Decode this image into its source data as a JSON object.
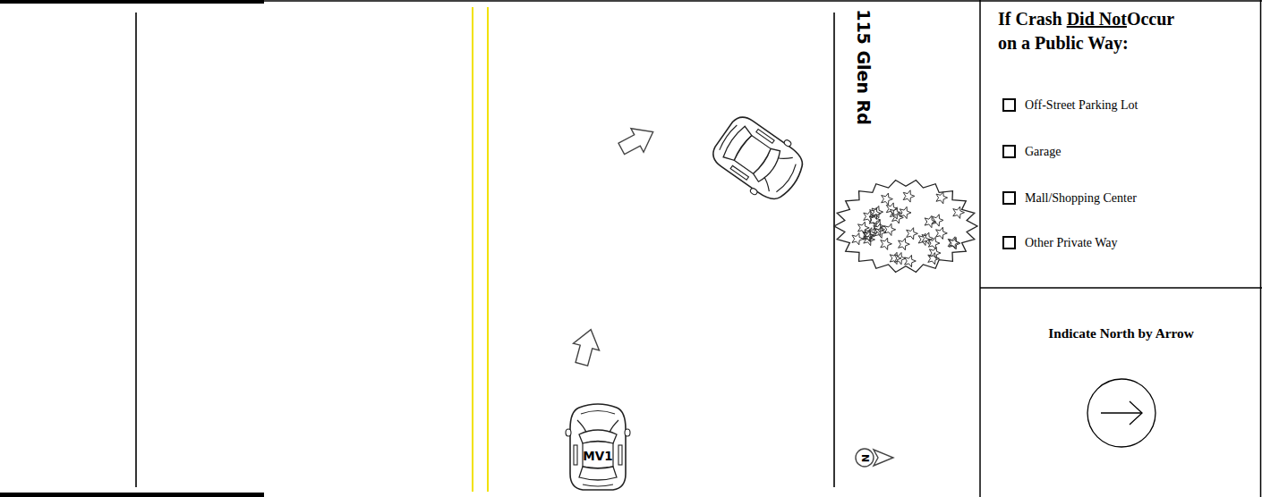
{
  "diagram": {
    "nodes": [
      {
        "text": [
          "MV1"
        ]
      },
      {
        "text": [
          "If Crash",
          "Did Not",
          "Occur",
          "on a Public Way:",
          "Off-Street Parking Lot",
          "Garage",
          "Mall/Shopping Center",
          "Other Private Way"
        ]
      },
      {
        "text": [
          "Indicate North by Arrow"
        ]
      }
    ],
    "labels": [
      "115 Glen Rd",
      "N"
    ]
  }
}
